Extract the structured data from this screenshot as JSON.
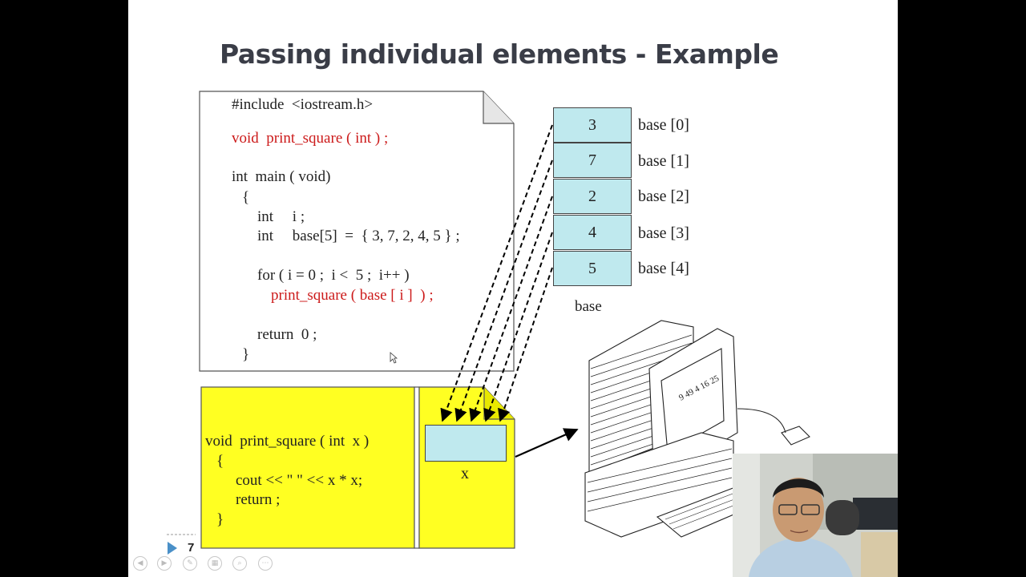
{
  "slide": {
    "title": "Passing individual elements - Example",
    "page_number": "7"
  },
  "code_main": {
    "include": "#include  <iostream.h>",
    "prototype": "void  print_square ( int ) ;",
    "main_sig": "int  main ( void)",
    "open_brace": "{",
    "decl_i": "int     i ;",
    "decl_base": "int     base[5]  =  { 3, 7, 2, 4, 5 } ;",
    "for_stmt": "for ( i = 0 ;  i <  5 ;  i++ )",
    "call_stmt": "print_square ( base [ i ]  ) ;",
    "return_stmt": "return  0 ;",
    "close_brace": "}"
  },
  "code_func": {
    "sig": "void  print_square ( int  x )",
    "open_brace": "{",
    "cout_stmt": "cout << \" \" << x * x;",
    "return_stmt": "return ;",
    "close_brace": "}"
  },
  "array": {
    "name": "base",
    "values": [
      "3",
      "7",
      "2",
      "4",
      "5"
    ],
    "labels": [
      "base [0]",
      "base [1]",
      "base [2]",
      "base [3]",
      "base [4]"
    ]
  },
  "param": {
    "name": "x"
  },
  "monitor_output": "9  49  4 16  25",
  "controls": [
    "prev-icon",
    "next-icon",
    "pen-icon",
    "slides-icon",
    "zoom-icon",
    "more-icon"
  ],
  "colors": {
    "yellow": "#ffff22",
    "cell": "#bfe9ee",
    "red": "#cc1a1a",
    "title": "#3a3d47"
  }
}
